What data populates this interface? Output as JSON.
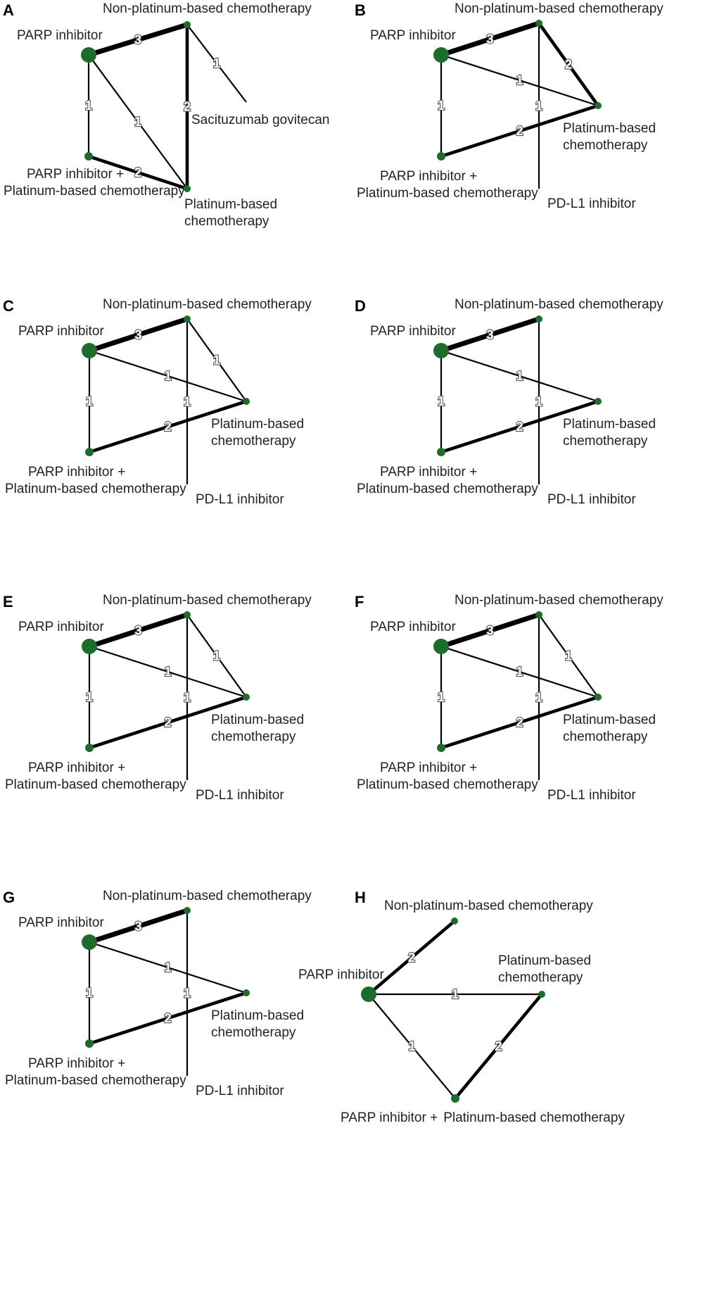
{
  "colors": {
    "node": "#1e6b2e",
    "edge": "#000000",
    "text": "#222222"
  },
  "panels": [
    {
      "letter": "A",
      "nodes": [
        {
          "id": "parp",
          "label": [
            "PARP inhibitor"
          ],
          "weight": 3
        },
        {
          "id": "nonplat",
          "label": [
            "Non-platinum-based chemotherapy"
          ],
          "weight": 1
        },
        {
          "id": "parpplat",
          "label": [
            "PARP inhibitor +",
            "Platinum-based chemotherapy"
          ],
          "weight": 1
        },
        {
          "id": "plat",
          "label": [
            "Platinum-based",
            "chemotherapy"
          ],
          "weight": 1
        },
        {
          "id": "sacit",
          "label": [
            "Sacituzumab govitecan"
          ],
          "weight": 0
        }
      ],
      "edges": [
        {
          "from": "parp",
          "to": "nonplat",
          "n": 3
        },
        {
          "from": "parp",
          "to": "parpplat",
          "n": 1
        },
        {
          "from": "parp",
          "to": "plat",
          "n": 1
        },
        {
          "from": "parpplat",
          "to": "plat",
          "n": 2
        },
        {
          "from": "nonplat",
          "to": "plat",
          "n": 2
        },
        {
          "from": "nonplat",
          "to": "sacit",
          "n": 1
        }
      ]
    },
    {
      "letter": "B",
      "nodes": [
        {
          "id": "parp",
          "label": [
            "PARP inhibitor"
          ],
          "weight": 3
        },
        {
          "id": "nonplat",
          "label": [
            "Non-platinum-based chemotherapy"
          ],
          "weight": 1
        },
        {
          "id": "plat",
          "label": [
            "Platinum-based",
            "chemotherapy"
          ],
          "weight": 1
        },
        {
          "id": "parpplat",
          "label": [
            "PARP inhibitor +",
            "Platinum-based chemotherapy"
          ],
          "weight": 1
        },
        {
          "id": "pdl1",
          "label": [
            "PD-L1 inhibitor"
          ],
          "weight": 0
        }
      ],
      "edges": [
        {
          "from": "parp",
          "to": "nonplat",
          "n": 3
        },
        {
          "from": "parp",
          "to": "plat",
          "n": 1
        },
        {
          "from": "parp",
          "to": "parpplat",
          "n": 1
        },
        {
          "from": "nonplat",
          "to": "plat",
          "n": 2
        },
        {
          "from": "parpplat",
          "to": "plat",
          "n": 2
        },
        {
          "from": "nonplat",
          "to": "pdl1",
          "n": 1
        }
      ]
    },
    {
      "letter": "C",
      "nodes": [
        {
          "id": "parp",
          "label": [
            "PARP inhibitor"
          ],
          "weight": 3
        },
        {
          "id": "nonplat",
          "label": [
            "Non-platinum-based chemotherapy"
          ],
          "weight": 1
        },
        {
          "id": "plat",
          "label": [
            "Platinum-based",
            "chemotherapy"
          ],
          "weight": 1
        },
        {
          "id": "parpplat",
          "label": [
            "PARP inhibitor +",
            "Platinum-based chemotherapy"
          ],
          "weight": 1
        },
        {
          "id": "pdl1",
          "label": [
            "PD-L1 inhibitor"
          ],
          "weight": 0
        }
      ],
      "edges": [
        {
          "from": "parp",
          "to": "nonplat",
          "n": 3
        },
        {
          "from": "parp",
          "to": "plat",
          "n": 1
        },
        {
          "from": "parp",
          "to": "parpplat",
          "n": 1
        },
        {
          "from": "nonplat",
          "to": "plat",
          "n": 1
        },
        {
          "from": "parpplat",
          "to": "plat",
          "n": 2
        },
        {
          "from": "nonplat",
          "to": "pdl1",
          "n": 1
        }
      ]
    },
    {
      "letter": "D",
      "nodes": [
        {
          "id": "parp",
          "label": [
            "PARP inhibitor"
          ],
          "weight": 3
        },
        {
          "id": "nonplat",
          "label": [
            "Non-platinum-based chemotherapy"
          ],
          "weight": 1
        },
        {
          "id": "plat",
          "label": [
            "Platinum-based",
            "chemotherapy"
          ],
          "weight": 1
        },
        {
          "id": "parpplat",
          "label": [
            "PARP inhibitor +",
            "Platinum-based chemotherapy"
          ],
          "weight": 1
        },
        {
          "id": "pdl1",
          "label": [
            "PD-L1 inhibitor"
          ],
          "weight": 0
        }
      ],
      "edges": [
        {
          "from": "parp",
          "to": "nonplat",
          "n": 3
        },
        {
          "from": "parp",
          "to": "plat",
          "n": 1
        },
        {
          "from": "parp",
          "to": "parpplat",
          "n": 1
        },
        {
          "from": "parpplat",
          "to": "plat",
          "n": 2
        },
        {
          "from": "nonplat",
          "to": "pdl1",
          "n": 1
        }
      ]
    },
    {
      "letter": "E",
      "nodes": [
        {
          "id": "parp",
          "label": [
            "PARP inhibitor"
          ],
          "weight": 3
        },
        {
          "id": "nonplat",
          "label": [
            "Non-platinum-based chemotherapy"
          ],
          "weight": 1
        },
        {
          "id": "plat",
          "label": [
            "Platinum-based",
            "chemotherapy"
          ],
          "weight": 1
        },
        {
          "id": "parpplat",
          "label": [
            "PARP inhibitor +",
            "Platinum-based chemotherapy"
          ],
          "weight": 1
        },
        {
          "id": "pdl1",
          "label": [
            "PD-L1 inhibitor"
          ],
          "weight": 0
        }
      ],
      "edges": [
        {
          "from": "parp",
          "to": "nonplat",
          "n": 3
        },
        {
          "from": "parp",
          "to": "plat",
          "n": 1
        },
        {
          "from": "parp",
          "to": "parpplat",
          "n": 1
        },
        {
          "from": "nonplat",
          "to": "plat",
          "n": 1
        },
        {
          "from": "parpplat",
          "to": "plat",
          "n": 2
        },
        {
          "from": "nonplat",
          "to": "pdl1",
          "n": 1
        }
      ]
    },
    {
      "letter": "F",
      "nodes": [
        {
          "id": "parp",
          "label": [
            "PARP inhibitor"
          ],
          "weight": 3
        },
        {
          "id": "nonplat",
          "label": [
            "Non-platinum-based chemotherapy"
          ],
          "weight": 1
        },
        {
          "id": "plat",
          "label": [
            "Platinum-based",
            "chemotherapy"
          ],
          "weight": 1
        },
        {
          "id": "parpplat",
          "label": [
            "PARP inhibitor +",
            "Platinum-based chemotherapy"
          ],
          "weight": 1
        },
        {
          "id": "pdl1",
          "label": [
            "PD-L1 inhibitor"
          ],
          "weight": 0
        }
      ],
      "edges": [
        {
          "from": "parp",
          "to": "nonplat",
          "n": 3
        },
        {
          "from": "parp",
          "to": "plat",
          "n": 1
        },
        {
          "from": "parp",
          "to": "parpplat",
          "n": 1
        },
        {
          "from": "nonplat",
          "to": "plat",
          "n": 1
        },
        {
          "from": "parpplat",
          "to": "plat",
          "n": 2
        },
        {
          "from": "nonplat",
          "to": "pdl1",
          "n": 1
        }
      ]
    },
    {
      "letter": "G",
      "nodes": [
        {
          "id": "parp",
          "label": [
            "PARP inhibitor"
          ],
          "weight": 3
        },
        {
          "id": "nonplat",
          "label": [
            "Non-platinum-based chemotherapy"
          ],
          "weight": 1
        },
        {
          "id": "plat",
          "label": [
            "Platinum-based",
            "chemotherapy"
          ],
          "weight": 1
        },
        {
          "id": "parpplat",
          "label": [
            "PARP inhibitor +",
            "Platinum-based chemotherapy"
          ],
          "weight": 1
        },
        {
          "id": "pdl1",
          "label": [
            "PD-L1 inhibitor"
          ],
          "weight": 0
        }
      ],
      "edges": [
        {
          "from": "parp",
          "to": "nonplat",
          "n": 3
        },
        {
          "from": "parp",
          "to": "plat",
          "n": 1
        },
        {
          "from": "parp",
          "to": "parpplat",
          "n": 1
        },
        {
          "from": "parpplat",
          "to": "plat",
          "n": 2
        },
        {
          "from": "nonplat",
          "to": "pdl1",
          "n": 1
        }
      ]
    },
    {
      "letter": "H",
      "nodes": [
        {
          "id": "nonplat",
          "label": [
            "Non-platinum-based chemotherapy"
          ],
          "weight": 1
        },
        {
          "id": "parp",
          "label": [
            "PARP inhibitor"
          ],
          "weight": 3
        },
        {
          "id": "plat",
          "label": [
            "Platinum-based",
            "chemotherapy"
          ],
          "weight": 1
        },
        {
          "id": "parpplat",
          "label": [
            "PARP inhibitor +",
            "Platinum-based chemotherapy"
          ],
          "weight": 1
        }
      ],
      "edges": [
        {
          "from": "parp",
          "to": "nonplat",
          "n": 2
        },
        {
          "from": "parp",
          "to": "plat",
          "n": 1
        },
        {
          "from": "parp",
          "to": "parpplat",
          "n": 1
        },
        {
          "from": "parpplat",
          "to": "plat",
          "n": 2
        }
      ]
    }
  ]
}
